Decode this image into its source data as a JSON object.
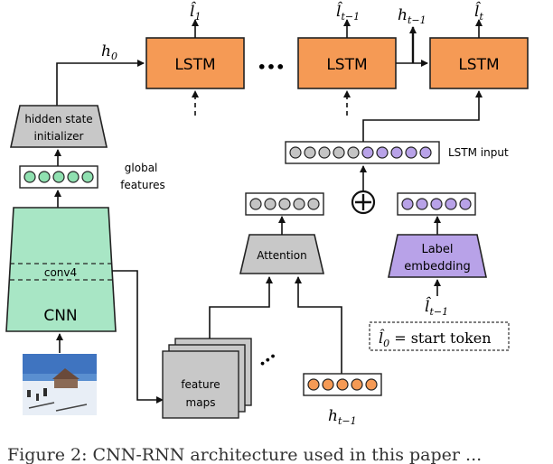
{
  "lstm": {
    "label": "LSTM"
  },
  "outputs": {
    "l1": "l̂",
    "l1_sub": "1",
    "ltm1": "l̂",
    "ltm1_sub": "t−1",
    "lt": "l̂",
    "lt_sub": "t"
  },
  "hidden": {
    "h0": "h",
    "h0_sub": "0",
    "htm1": "h",
    "htm1_sub": "t−1"
  },
  "ellipsis": "•••",
  "initializer": {
    "line1": "hidden state",
    "line2": "initializer"
  },
  "global_features": {
    "line1": "global",
    "line2": "features"
  },
  "cnn": {
    "label": "CNN",
    "conv4": "conv4"
  },
  "attention": {
    "label": "Attention"
  },
  "feature_maps": {
    "line1": "feature",
    "line2": "maps"
  },
  "lstm_input": {
    "label": "LSTM input"
  },
  "label_embedding": {
    "line1": "Label",
    "line2": "embedding"
  },
  "prev_label": {
    "sym": "l̂",
    "sub": "t−1"
  },
  "start_token": {
    "sym": "l̂",
    "sub": "0",
    "text": " = start token"
  },
  "attn_hidden": {
    "sym": "h",
    "sub": "t−1"
  },
  "caption": "Figure 2: CNN-RNN architecture used in this paper ..."
}
